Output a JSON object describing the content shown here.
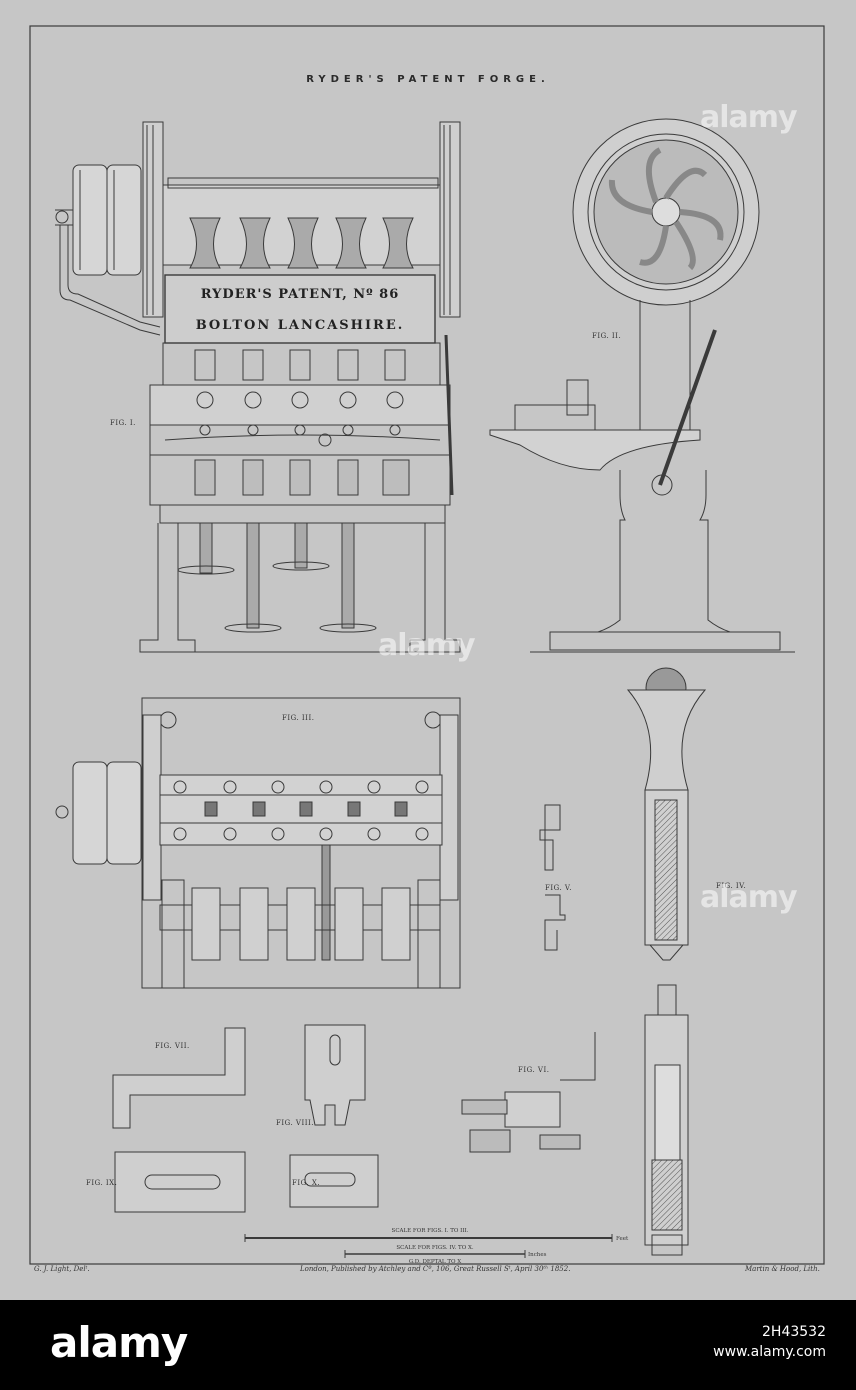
{
  "plate": {
    "title": "RYDER'S PATENT FORGE.",
    "nameplate_line1": "RYDER'S PATENT, Nº 86",
    "nameplate_line2": "BOLTON LANCASHIRE.",
    "scale_1": "SCALE FOR FIGS. I. TO III.",
    "scale_2": "SCALE FOR FIGS. IV. TO X.",
    "scale_2_sub": "G.D. DEPTAL TO X",
    "scale_unit_feet": "Feet",
    "scale_unit_inches": "Inches",
    "credit_left": "G. J. Light, Delᵗ.",
    "credit_center": "London, Published by Atchley and Cº, 106, Great Russell Sᵗ, April 30ᵗʰ 1852.",
    "credit_right": "Martin & Hood, Lith."
  },
  "figures": {
    "fig1": "FIG. I.",
    "fig2": "FIG. II.",
    "fig3": "FIG. III.",
    "fig4": "FIG. IV.",
    "fig5": "FIG. V.",
    "fig6": "FIG. VI.",
    "fig7": "FIG. VII.",
    "fig8": "FIG. VIII.",
    "fig9": "FIG. IX.",
    "fig10": "FIG. X."
  },
  "watermark": {
    "brand": "alamy",
    "image_id": "2H43532",
    "site": "www.alamy.com"
  },
  "colors": {
    "paper": "#c6c6c6",
    "ink": "#3a3a3a",
    "footer": "#000000"
  }
}
